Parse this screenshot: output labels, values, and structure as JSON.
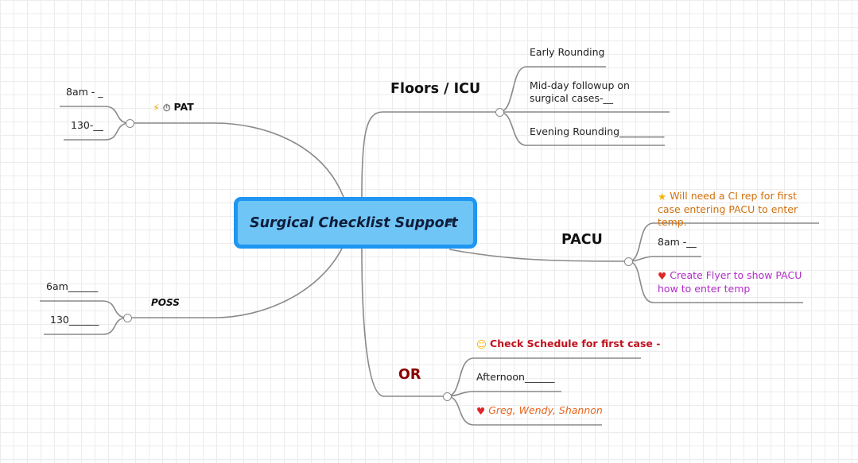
{
  "central": {
    "label": "Surgical Checklist Support",
    "icon": "note-icon"
  },
  "branches": {
    "floors": {
      "label": "Floors / ICU",
      "children": [
        "Early Rounding",
        "Mid-day followup on surgical cases-__",
        "Evening Rounding_________"
      ]
    },
    "pacu": {
      "label": "PACU",
      "children": [
        {
          "icon": "star-icon",
          "text": "Will need a CI rep for first case entering PACU to enter temp.",
          "color": "#d2700e"
        },
        {
          "text": "8am -__"
        },
        {
          "icon": "heart-icon",
          "text": "Create Flyer to show PACU how to enter temp",
          "color": "#b02cc8"
        }
      ]
    },
    "or": {
      "label": "OR",
      "color": "#8b0000",
      "children": [
        {
          "icon": "face-icon",
          "text": "Check Schedule for first case -",
          "color": "#c1121f"
        },
        {
          "text": "Afternoon______"
        },
        {
          "icon": "heart-icon",
          "text": "Greg, Wendy, Shannon",
          "color": "#e5641c"
        }
      ]
    },
    "pat": {
      "label": "PAT",
      "icons": [
        "lightning-icon",
        "clock-icon"
      ],
      "children": [
        "8am - _",
        "130-__"
      ]
    },
    "poss": {
      "label": "POSS",
      "children": [
        "6am______",
        "130______"
      ]
    }
  },
  "colors": {
    "central_fill": "#6fc5f6",
    "central_border": "#1e96f2",
    "connector": "#8a8a8a"
  }
}
